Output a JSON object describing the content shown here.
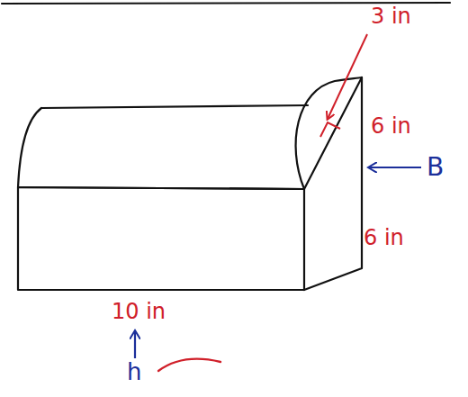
{
  "diagram": {
    "labels": [
      "3 in",
      "6 in",
      "B",
      "6 in",
      "10 in",
      "h"
    ]
  }
}
